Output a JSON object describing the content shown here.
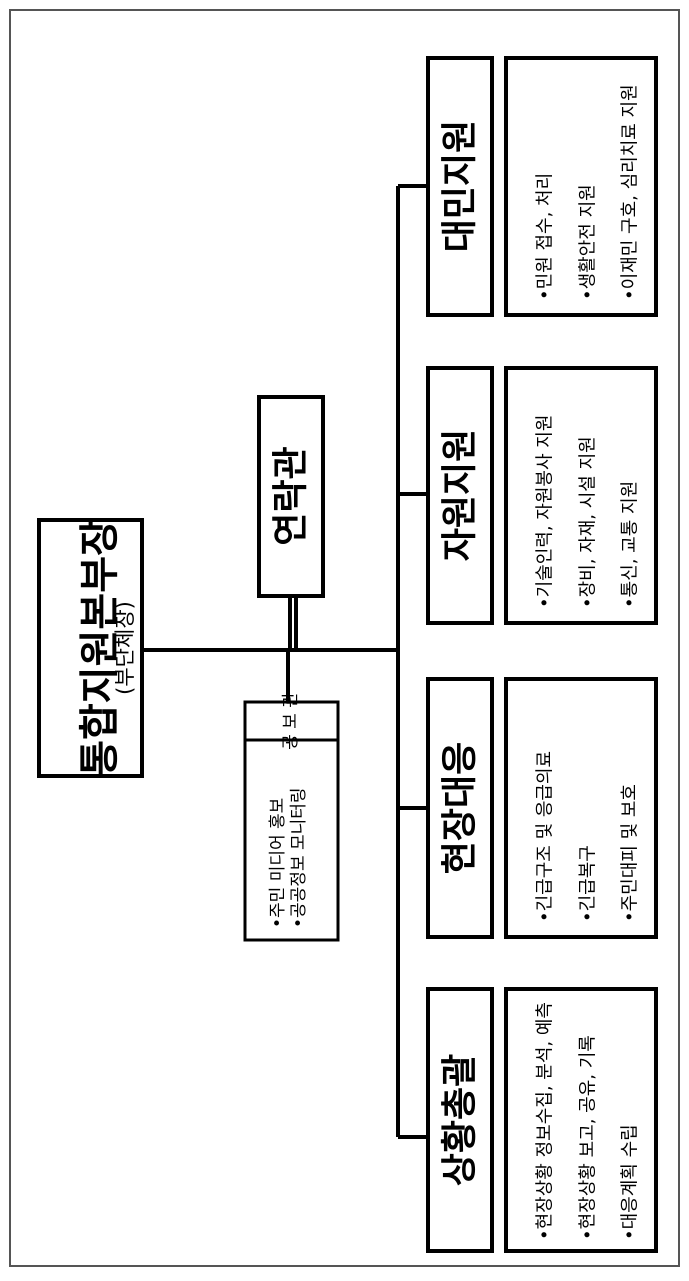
{
  "head": {
    "title": "통합지원본부장",
    "subtitle": "(부단체장)"
  },
  "liaison": {
    "title": "연락관"
  },
  "pr_officer": {
    "title": "공 보 관",
    "items": [
      "•주민 미디어 홍보",
      "•공공정보 모니터링"
    ]
  },
  "divisions": [
    {
      "title": "대민지원",
      "items": [
        "•민원 접수, 처리",
        "•생활안전 지원",
        "•이재민 구호, 심리치료 지원"
      ]
    },
    {
      "title": "자원지원",
      "items": [
        "•기술인력, 자원봉사 지원",
        "•장비, 자재, 시설 지원",
        "•통신, 교통 지원"
      ]
    },
    {
      "title": "현장대응",
      "items": [
        "•긴급구조 및 응급의료",
        "•긴급복구",
        "•주민대피 및 보호"
      ]
    },
    {
      "title": "상황총괄",
      "items": [
        "•현장상황 정보수집, 분석, 예측",
        "•현장상황 보고, 공유, 기록",
        "•대응계획 수립"
      ]
    }
  ]
}
